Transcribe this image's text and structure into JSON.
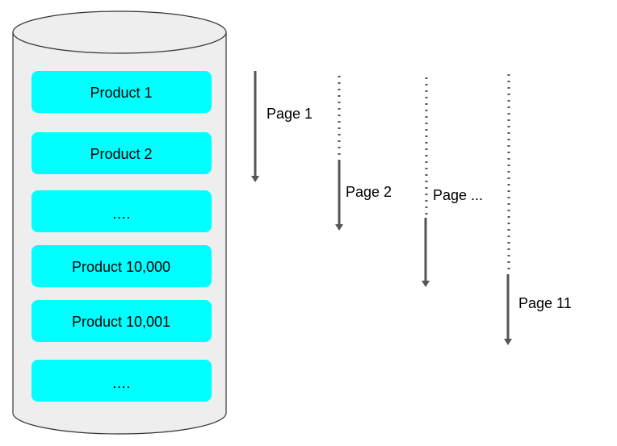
{
  "database": {
    "records": [
      {
        "label": "Product 1"
      },
      {
        "label": "Product 2"
      },
      {
        "label": "…."
      },
      {
        "label": "Product 10,000"
      },
      {
        "label": "Product 10,001"
      },
      {
        "label": "…."
      }
    ]
  },
  "pages": [
    {
      "label": "Page 1"
    },
    {
      "label": "Page 2"
    },
    {
      "label": "Page ..."
    },
    {
      "label": "Page 11"
    }
  ],
  "colors": {
    "record_fill": "#00ffff",
    "cylinder_fill": "#eeeeee",
    "cylinder_stroke": "#333333",
    "arrow": "#555555"
  }
}
